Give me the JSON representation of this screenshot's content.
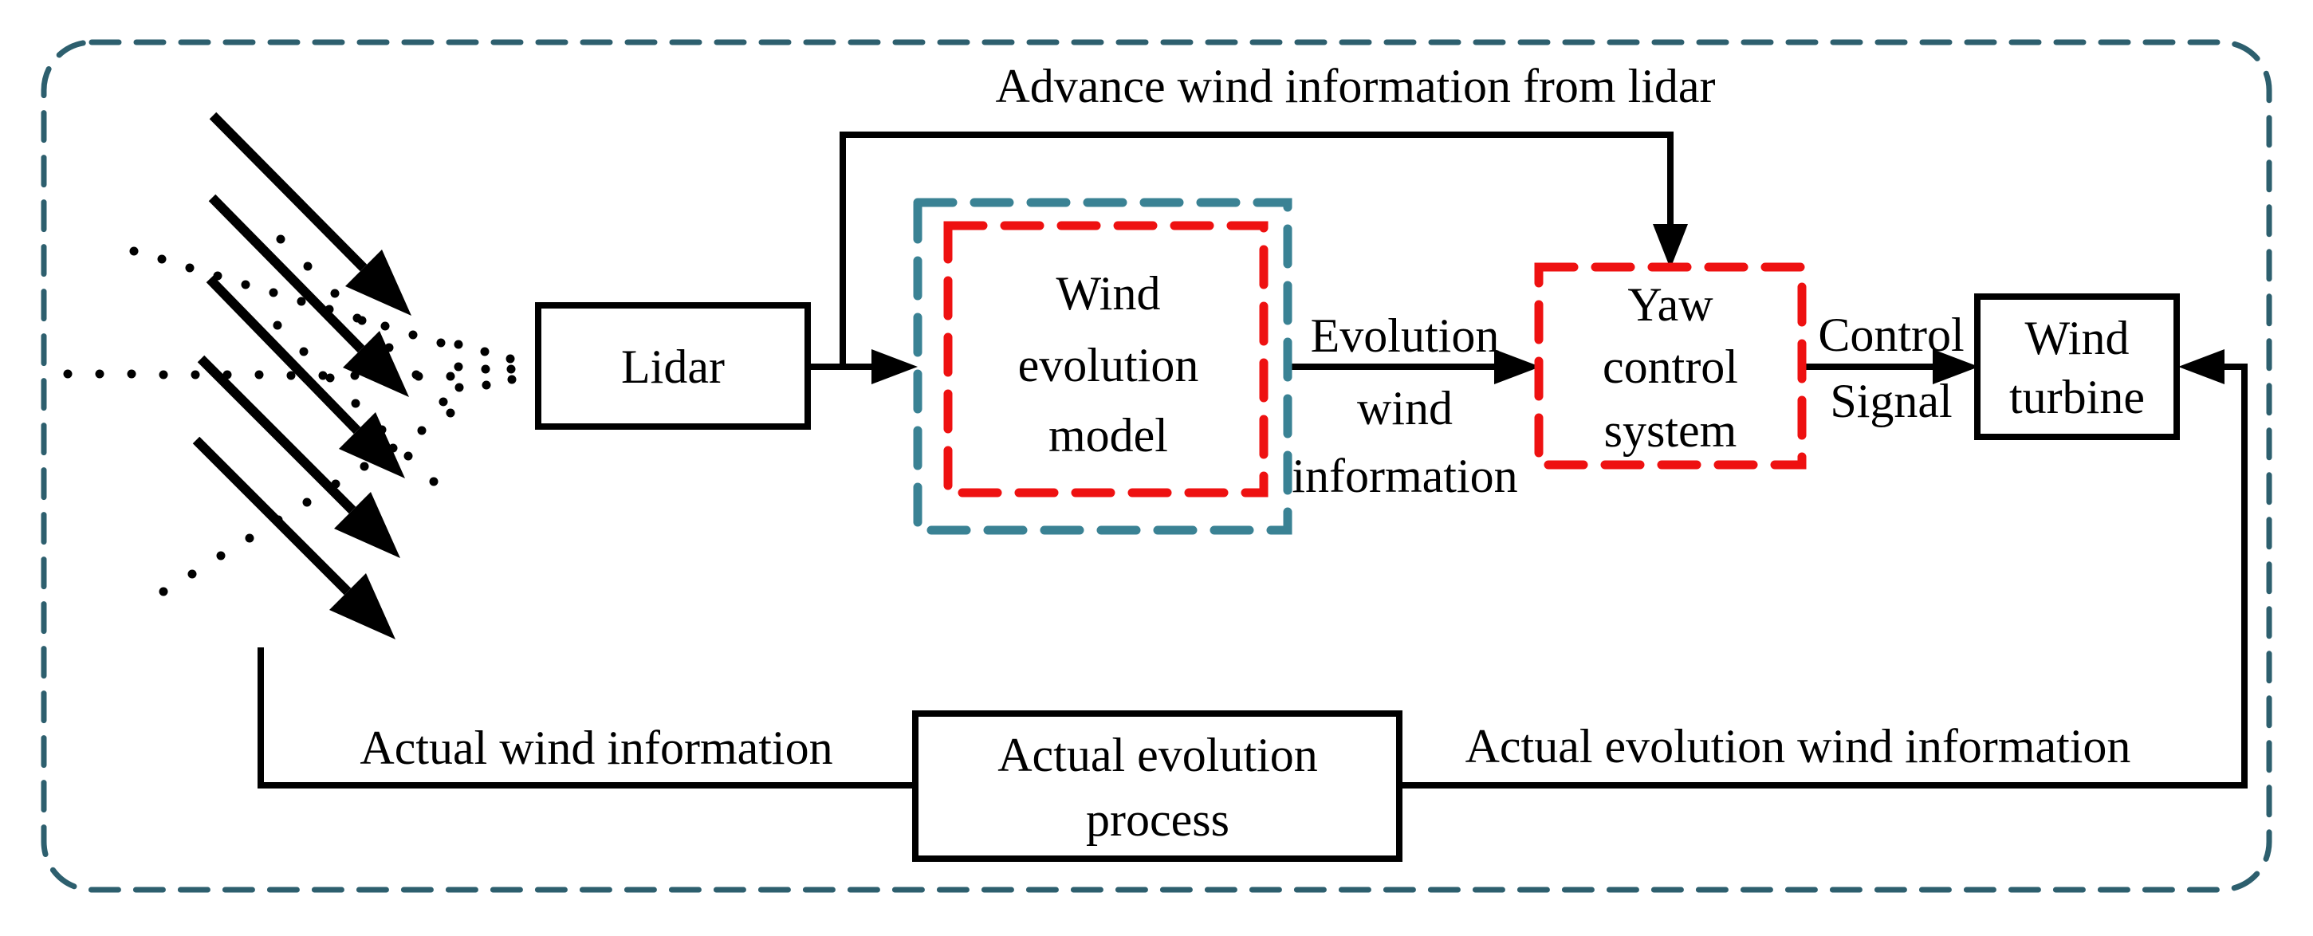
{
  "colors": {
    "boundary_teal": "#2d5f6e",
    "model_outer_teal": "#3a8294",
    "highlight_red": "#ee1111",
    "line_black": "#000000",
    "background": "#ffffff"
  },
  "boxes": {
    "lidar": {
      "label": "Lidar"
    },
    "wind_evolution_model": {
      "lines": [
        "Wind",
        "evolution",
        "model"
      ]
    },
    "yaw_control_system": {
      "lines": [
        "Yaw",
        "control",
        "system"
      ]
    },
    "wind_turbine": {
      "lines": [
        "Wind",
        "turbine"
      ]
    },
    "actual_evolution_process": {
      "lines": [
        "Actual evolution",
        "process"
      ]
    }
  },
  "edge_labels": {
    "advance_wind": "Advance wind information from lidar",
    "evolution_wind": {
      "lines": [
        "Evolution",
        "wind",
        "information"
      ]
    },
    "control_signal": {
      "lines": [
        "Control",
        "Signal"
      ]
    },
    "actual_wind": "Actual wind information",
    "actual_evolution_wind": "Actual evolution wind information"
  }
}
